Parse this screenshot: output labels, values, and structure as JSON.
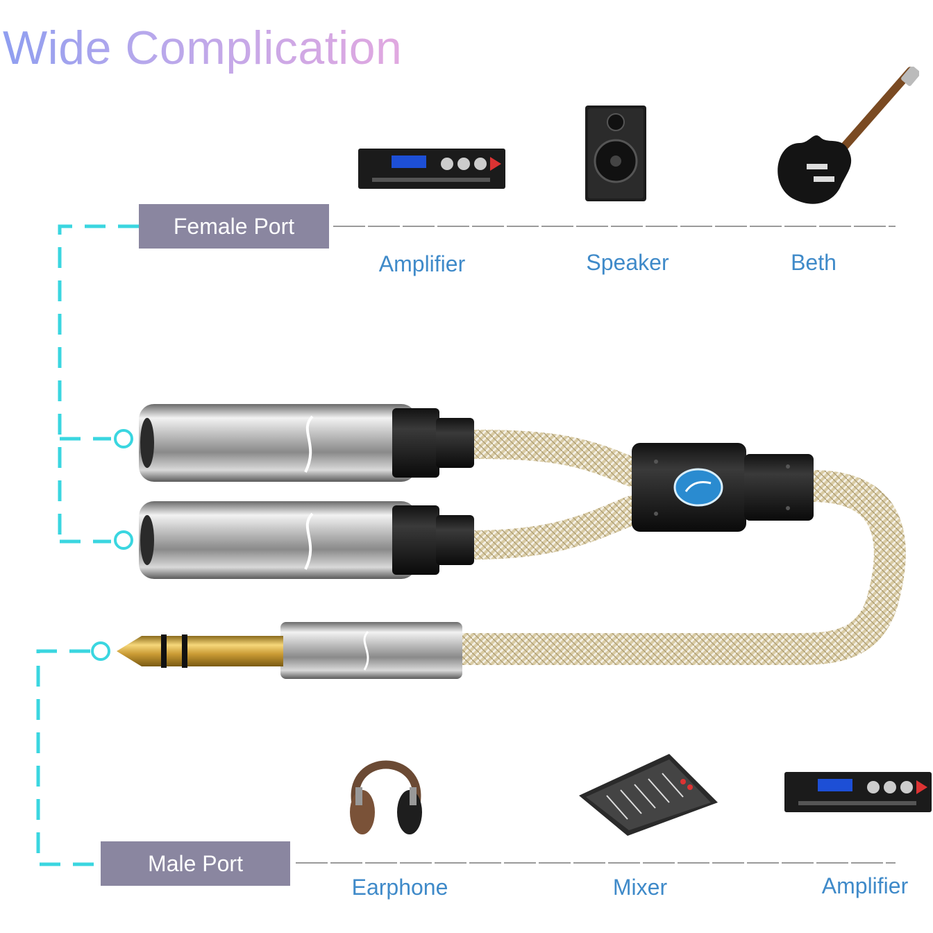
{
  "title": "Wide Complication",
  "female_port": {
    "label": "Female Port",
    "devices": [
      {
        "label": "Amplifier",
        "icon": "amplifier-icon"
      },
      {
        "label": "Speaker",
        "icon": "speaker-icon"
      },
      {
        "label": "Beth",
        "icon": "guitar-icon"
      }
    ]
  },
  "male_port": {
    "label": "Male Port",
    "devices": [
      {
        "label": "Earphone",
        "icon": "headphones-icon"
      },
      {
        "label": "Mixer",
        "icon": "mixer-icon"
      },
      {
        "label": "Amplifier",
        "icon": "amplifier-icon"
      }
    ]
  },
  "colors": {
    "connector_line": "#3ad6e0",
    "label_text": "#3f8ac9",
    "port_box": "#8a86a0",
    "cable": "#d9cba3"
  }
}
